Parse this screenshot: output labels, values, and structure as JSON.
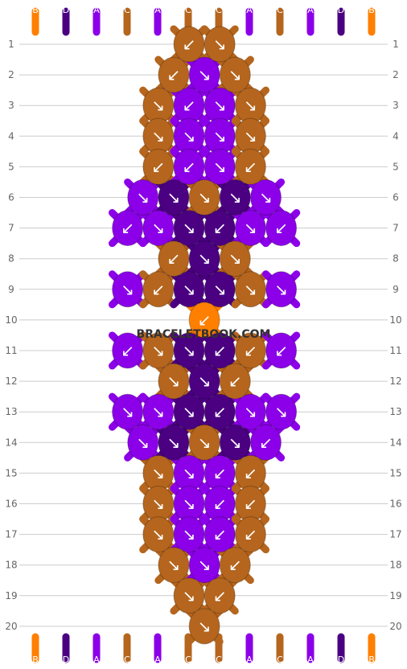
{
  "site_label": "BRACELETBOOK.COM",
  "colors": {
    "A": "#8b00e8",
    "B": "#ff7f00",
    "C": "#b5651d",
    "D": "#4b0082",
    "grid": "#cccccc",
    "letter": "#ffffff",
    "arrow": "#ffffff"
  },
  "top_strings": [
    "B",
    "D",
    "A",
    "C",
    "A",
    "C",
    "C",
    "A",
    "C",
    "A",
    "D",
    "B"
  ],
  "bottom_strings": [
    "B",
    "D",
    "A",
    "C",
    "A",
    "C",
    "C",
    "A",
    "C",
    "A",
    "D",
    "B"
  ],
  "row_labels": [
    "1",
    "2",
    "3",
    "4",
    "5",
    "6",
    "7",
    "8",
    "9",
    "10",
    "11",
    "12",
    "13",
    "14",
    "15",
    "16",
    "17",
    "18",
    "19",
    "20"
  ],
  "knots": [
    [
      {
        "c": "C",
        "d": "↙"
      },
      {
        "c": "C",
        "d": "↘"
      }
    ],
    [
      {
        "c": "C",
        "d": "↙"
      },
      {
        "c": "A",
        "d": "↘"
      },
      {
        "c": "C",
        "d": "↘"
      }
    ],
    [
      {
        "c": "C",
        "d": "↘"
      },
      {
        "c": "A",
        "d": "↙"
      },
      {
        "c": "A",
        "d": "↘"
      },
      {
        "c": "C",
        "d": "↘"
      }
    ],
    [
      {
        "c": "C",
        "d": "↘"
      },
      {
        "c": "A",
        "d": "↘"
      },
      {
        "c": "A",
        "d": "↘"
      },
      {
        "c": "C",
        "d": "↘"
      }
    ],
    [
      {
        "c": "C",
        "d": "↙"
      },
      {
        "c": "A",
        "d": "↙"
      },
      {
        "c": "A",
        "d": "↘"
      },
      {
        "c": "C",
        "d": "↙"
      }
    ],
    [
      {
        "c": "A",
        "d": "↘"
      },
      {
        "c": "D",
        "d": "↘"
      },
      {
        "c": "C",
        "d": "↘"
      },
      {
        "c": "D",
        "d": "↘"
      },
      {
        "c": "A",
        "d": "↘"
      }
    ],
    [
      {
        "c": "A",
        "d": "↙"
      },
      {
        "c": "A",
        "d": "↘"
      },
      {
        "c": "D",
        "d": "↘"
      },
      {
        "c": "D",
        "d": "↙"
      },
      {
        "c": "A",
        "d": "↘"
      },
      {
        "c": "A",
        "d": "↙"
      }
    ],
    [
      {
        "c": "C",
        "d": "↙"
      },
      {
        "c": "D",
        "d": "↘"
      },
      {
        "c": "C",
        "d": "↘"
      }
    ],
    [
      {
        "c": "A",
        "d": "↘"
      },
      {
        "c": "C",
        "d": "↙"
      },
      {
        "c": "D",
        "d": "↘"
      },
      {
        "c": "D",
        "d": "↘"
      },
      {
        "c": "C",
        "d": "↘"
      },
      {
        "c": "A",
        "d": "↘"
      }
    ],
    [
      {
        "c": "B",
        "d": "↙"
      }
    ],
    [
      {
        "c": "A",
        "d": "↙"
      },
      {
        "c": "C",
        "d": "↘"
      },
      {
        "c": "D",
        "d": "↘"
      },
      {
        "c": "D",
        "d": "↙"
      },
      {
        "c": "C",
        "d": "↙"
      },
      {
        "c": "A",
        "d": "↙"
      }
    ],
    [
      {
        "c": "C",
        "d": "↘"
      },
      {
        "c": "D",
        "d": "↘"
      },
      {
        "c": "C",
        "d": "↙"
      }
    ],
    [
      {
        "c": "A",
        "d": "↘"
      },
      {
        "c": "A",
        "d": "↘"
      },
      {
        "c": "D",
        "d": "↘"
      },
      {
        "c": "D",
        "d": "↙"
      },
      {
        "c": "A",
        "d": "↘"
      },
      {
        "c": "A",
        "d": "↘"
      }
    ],
    [
      {
        "c": "A",
        "d": "↘"
      },
      {
        "c": "D",
        "d": "↘"
      },
      {
        "c": "C",
        "d": "↘"
      },
      {
        "c": "D",
        "d": "↘"
      },
      {
        "c": "A",
        "d": "↙"
      }
    ],
    [
      {
        "c": "C",
        "d": "↘"
      },
      {
        "c": "A",
        "d": "↘"
      },
      {
        "c": "A",
        "d": "↙"
      },
      {
        "c": "C",
        "d": "↙"
      }
    ],
    [
      {
        "c": "C",
        "d": "↘"
      },
      {
        "c": "A",
        "d": "↘"
      },
      {
        "c": "A",
        "d": "↙"
      },
      {
        "c": "C",
        "d": "↙"
      }
    ],
    [
      {
        "c": "C",
        "d": "↘"
      },
      {
        "c": "A",
        "d": "↘"
      },
      {
        "c": "A",
        "d": "↙"
      },
      {
        "c": "C",
        "d": "↙"
      }
    ],
    [
      {
        "c": "C",
        "d": "↘"
      },
      {
        "c": "A",
        "d": "↘"
      },
      {
        "c": "C",
        "d": "↙"
      }
    ],
    [
      {
        "c": "C",
        "d": "↘"
      },
      {
        "c": "C",
        "d": "↙"
      }
    ],
    [
      {
        "c": "C",
        "d": "↘"
      }
    ]
  ]
}
